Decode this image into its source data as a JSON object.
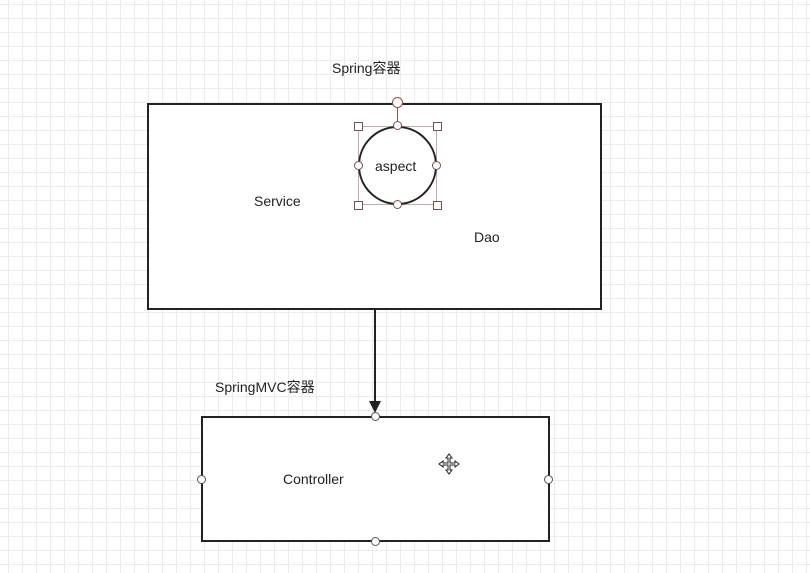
{
  "spring_container": {
    "title": "Spring容器",
    "service_label": "Service",
    "dao_label": "Dao",
    "aspect_label": "aspect"
  },
  "springmvc_container": {
    "title": "SpringMVC容器",
    "controller_label": "Controller"
  },
  "icons": {
    "move_cursor": "move-cursor-icon"
  },
  "colors": {
    "stroke": "#222222",
    "selection_handle": "#7a4f4f",
    "grid": "#ececec"
  }
}
